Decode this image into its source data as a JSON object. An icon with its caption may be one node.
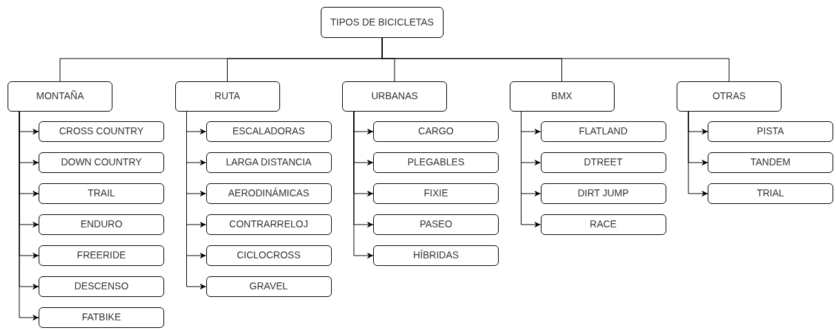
{
  "diagram": {
    "nodes": [
      {
        "text": [
          "TIPOS DE BICICLETAS"
        ]
      },
      {
        "text": [
          "MONTAÑA"
        ]
      },
      {
        "text": [
          "RUTA"
        ]
      },
      {
        "text": [
          "URBANAS"
        ]
      },
      {
        "text": [
          "BMX"
        ]
      },
      {
        "text": [
          "OTRAS"
        ]
      },
      {
        "text": [
          "CROSS COUNTRY"
        ]
      },
      {
        "text": [
          "DOWN COUNTRY"
        ]
      },
      {
        "text": [
          "TRAIL"
        ]
      },
      {
        "text": [
          "ENDURO"
        ]
      },
      {
        "text": [
          "FREERIDE"
        ]
      },
      {
        "text": [
          "DESCENSO"
        ]
      },
      {
        "text": [
          "FATBIKE"
        ]
      },
      {
        "text": [
          "ESCALADORAS"
        ]
      },
      {
        "text": [
          "LARGA DISTANCIA"
        ]
      },
      {
        "text": [
          "AERODINÁMICAS"
        ]
      },
      {
        "text": [
          "CONTRARRELOJ"
        ]
      },
      {
        "text": [
          "CICLOCROSS"
        ]
      },
      {
        "text": [
          "GRAVEL"
        ]
      },
      {
        "text": [
          "CARGO"
        ]
      },
      {
        "text": [
          "PLEGABLES"
        ]
      },
      {
        "text": [
          "FIXIE"
        ]
      },
      {
        "text": [
          "PASEO"
        ]
      },
      {
        "text": [
          "HÍBRIDAS"
        ]
      },
      {
        "text": [
          "FLATLAND"
        ]
      },
      {
        "text": [
          "DTREET"
        ]
      },
      {
        "text": [
          "DIRT JUMP"
        ]
      },
      {
        "text": [
          "RACE"
        ]
      },
      {
        "text": [
          "PISTA"
        ]
      },
      {
        "text": [
          "TANDEM"
        ]
      },
      {
        "text": [
          "TRIAL"
        ]
      }
    ],
    "edges": [
      {
        "from": 0,
        "to": 1,
        "arrow": "none"
      },
      {
        "from": 0,
        "to": 2,
        "arrow": "none"
      },
      {
        "from": 0,
        "to": 3,
        "arrow": "none"
      },
      {
        "from": 0,
        "to": 4,
        "arrow": "none"
      },
      {
        "from": 0,
        "to": 5,
        "arrow": "none"
      },
      {
        "from": 1,
        "to": 6,
        "arrow": "to"
      },
      {
        "from": 1,
        "to": 7,
        "arrow": "to"
      },
      {
        "from": 1,
        "to": 8,
        "arrow": "to"
      },
      {
        "from": 1,
        "to": 9,
        "arrow": "to"
      },
      {
        "from": 1,
        "to": 10,
        "arrow": "to"
      },
      {
        "from": 1,
        "to": 11,
        "arrow": "to"
      },
      {
        "from": 1,
        "to": 12,
        "arrow": "to"
      },
      {
        "from": 2,
        "to": 13,
        "arrow": "to"
      },
      {
        "from": 2,
        "to": 14,
        "arrow": "to"
      },
      {
        "from": 2,
        "to": 15,
        "arrow": "to"
      },
      {
        "from": 2,
        "to": 16,
        "arrow": "to"
      },
      {
        "from": 2,
        "to": 17,
        "arrow": "to"
      },
      {
        "from": 2,
        "to": 18,
        "arrow": "to"
      },
      {
        "from": 3,
        "to": 19,
        "arrow": "to"
      },
      {
        "from": 3,
        "to": 20,
        "arrow": "to"
      },
      {
        "from": 3,
        "to": 21,
        "arrow": "to"
      },
      {
        "from": 3,
        "to": 22,
        "arrow": "to"
      },
      {
        "from": 3,
        "to": 23,
        "arrow": "to"
      },
      {
        "from": 4,
        "to": 24,
        "arrow": "to"
      },
      {
        "from": 4,
        "to": 25,
        "arrow": "to"
      },
      {
        "from": 4,
        "to": 26,
        "arrow": "to"
      },
      {
        "from": 4,
        "to": 27,
        "arrow": "to"
      },
      {
        "from": 5,
        "to": 28,
        "arrow": "to"
      },
      {
        "from": 5,
        "to": 29,
        "arrow": "to"
      },
      {
        "from": 5,
        "to": 30,
        "arrow": "to"
      }
    ]
  }
}
